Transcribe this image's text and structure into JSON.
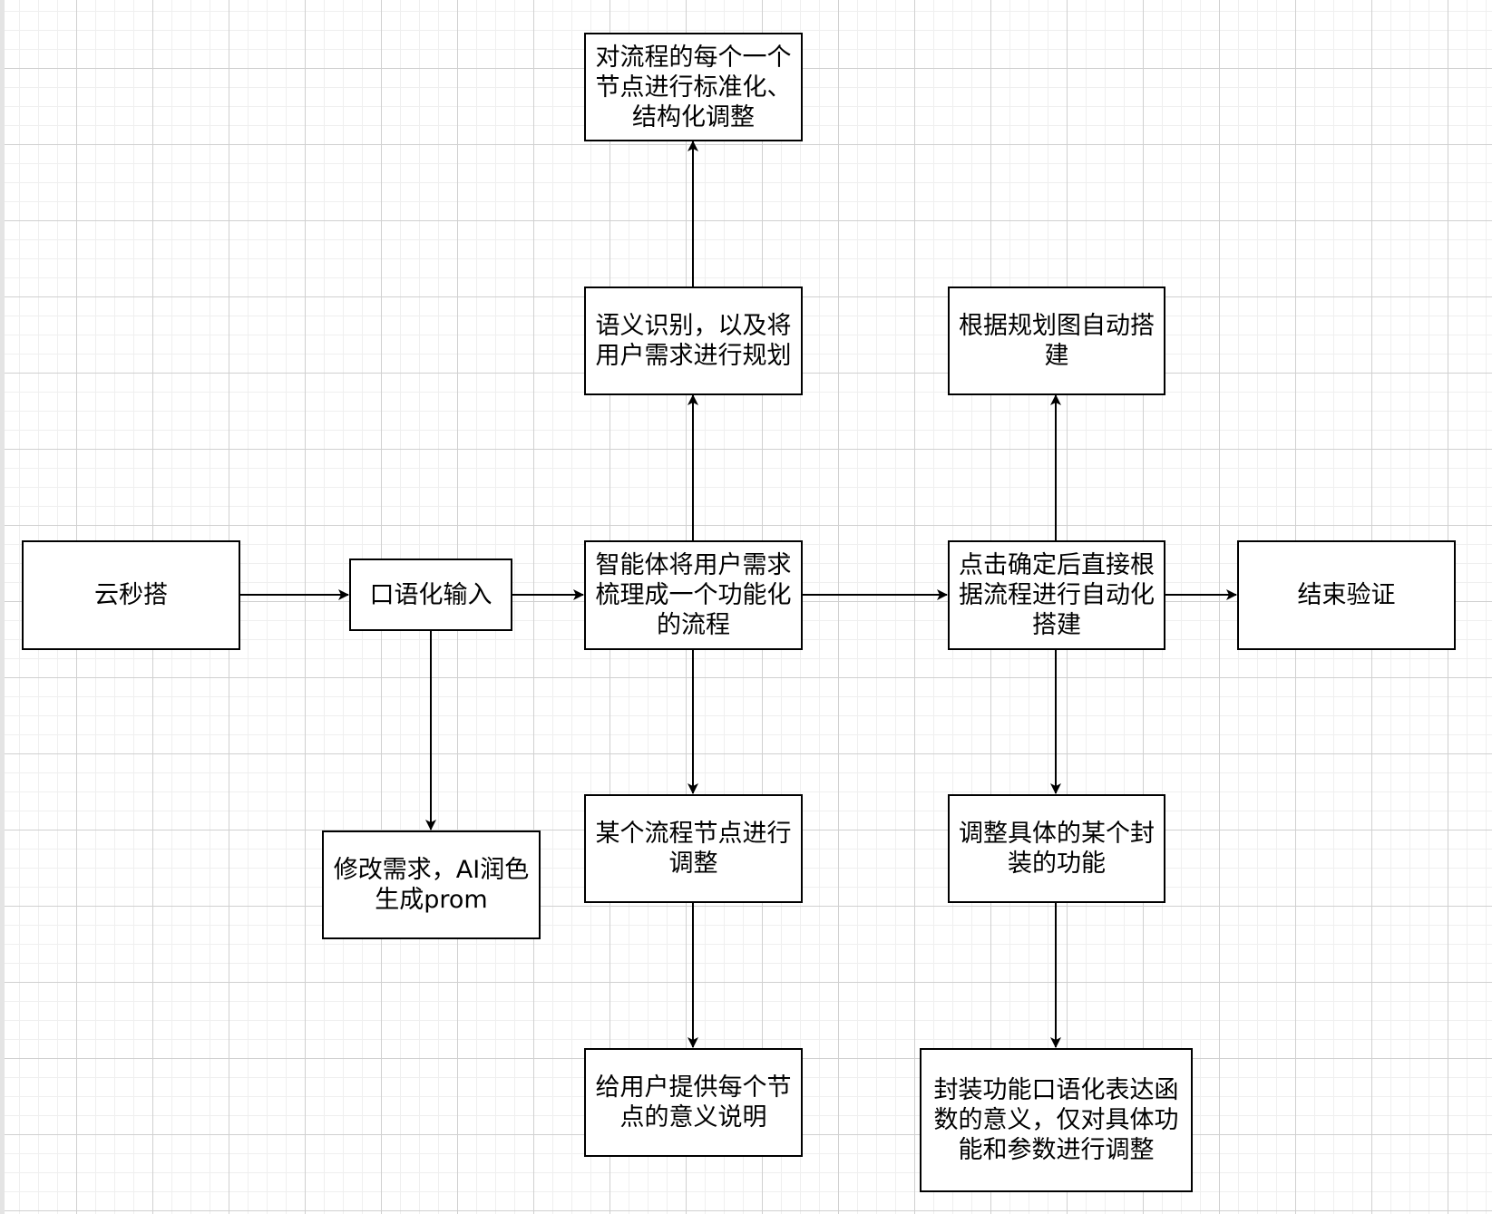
{
  "diagram": {
    "type": "flowchart",
    "nodes": {
      "start": "云秒搭",
      "voice_input": "口语化输入",
      "modify_requirement": "修改需求，AI润色生成prom",
      "agent_flow": "智能体将用户需求梳理成一个功能化的流程",
      "semantic_planning": "语义识别，以及将用户需求进行规划",
      "standardize_nodes": "对流程的每个一个节点进行标准化、结构化调整",
      "adjust_node": "某个流程节点进行调整",
      "node_explanation": "给用户提供每个节点的意义说明",
      "auto_build": "点击确定后直接根据流程进行自动化搭建",
      "build_from_plan": "根据规划图自动搭建",
      "adjust_function": "调整具体的某个封装的功能",
      "function_params": "封装功能口语化表达函数的意义，仅对具体功能和参数进行调整",
      "end_verify": "结束验证"
    },
    "edges": [
      {
        "from": "start",
        "to": "voice_input"
      },
      {
        "from": "voice_input",
        "to": "agent_flow"
      },
      {
        "from": "voice_input",
        "to": "modify_requirement"
      },
      {
        "from": "agent_flow",
        "to": "semantic_planning"
      },
      {
        "from": "semantic_planning",
        "to": "standardize_nodes"
      },
      {
        "from": "agent_flow",
        "to": "adjust_node"
      },
      {
        "from": "adjust_node",
        "to": "node_explanation"
      },
      {
        "from": "agent_flow",
        "to": "auto_build"
      },
      {
        "from": "auto_build",
        "to": "build_from_plan"
      },
      {
        "from": "auto_build",
        "to": "adjust_function"
      },
      {
        "from": "adjust_function",
        "to": "function_params"
      },
      {
        "from": "auto_build",
        "to": "end_verify"
      }
    ],
    "colors": {
      "stroke": "#000000",
      "fill": "#ffffff",
      "grid_major": "#d0d0d0",
      "grid_minor": "#efefef"
    }
  }
}
